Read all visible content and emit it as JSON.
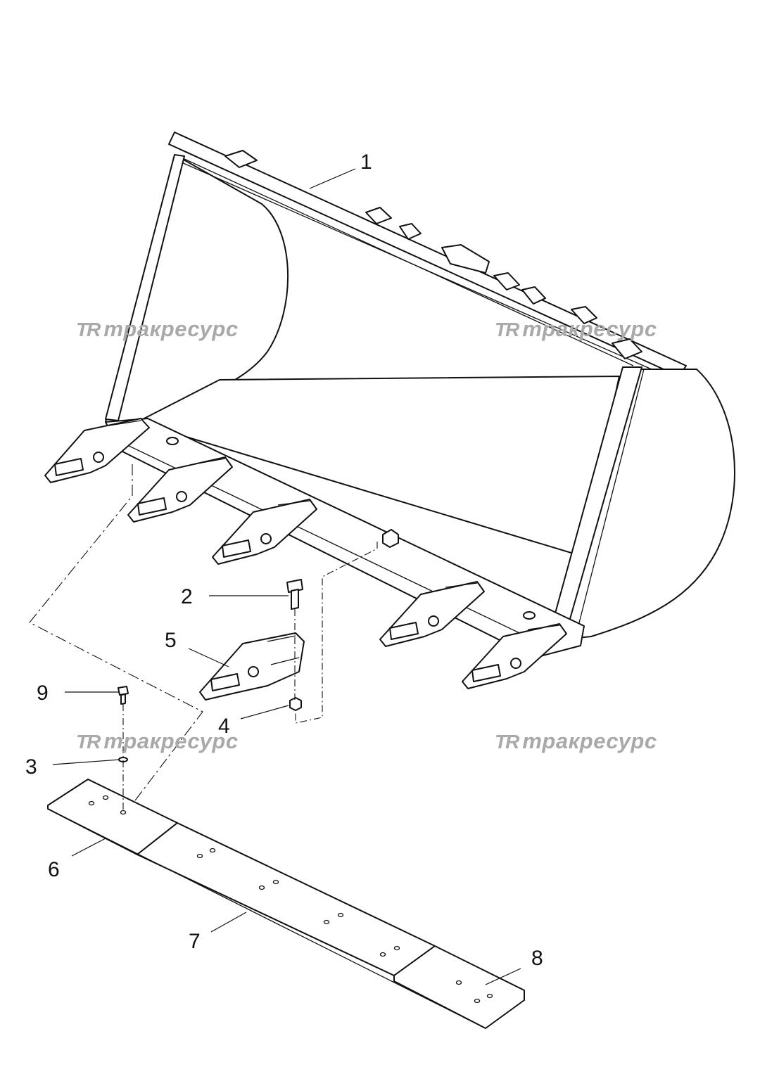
{
  "diagram": {
    "callouts": [
      {
        "id": "1",
        "label": "1"
      },
      {
        "id": "2",
        "label": "2"
      },
      {
        "id": "3",
        "label": "3"
      },
      {
        "id": "4",
        "label": "4"
      },
      {
        "id": "5",
        "label": "5"
      },
      {
        "id": "6",
        "label": "6"
      },
      {
        "id": "7",
        "label": "7"
      },
      {
        "id": "8",
        "label": "8"
      },
      {
        "id": "9",
        "label": "9"
      }
    ]
  },
  "watermark": {
    "logo": "TR",
    "text": "тракресурс"
  },
  "colors": {
    "line": "#111111",
    "watermark": "#a9a9a9",
    "background": "#ffffff"
  }
}
